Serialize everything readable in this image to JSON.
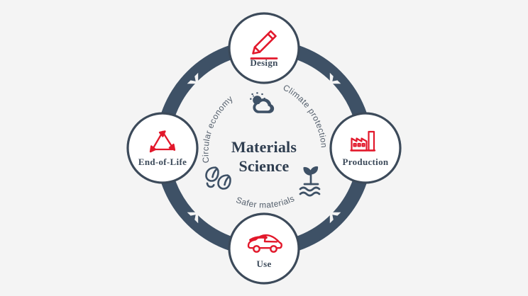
{
  "diagram": {
    "title": "Materials Science",
    "title_line1": "Materials",
    "title_line2": "Science",
    "background_color": "#f4f4f4",
    "ring_color": "#3e5166",
    "accent_color": "#e2182b",
    "node_fill": "#ffffff",
    "node_stroke": "#3c4a5a",
    "label_color": "#3c4a5a",
    "arc_label_color": "#55606d",
    "flow_direction": "clockwise",
    "nodes": [
      {
        "id": "design",
        "label": "Design",
        "icon": "pencil-icon",
        "position": "top"
      },
      {
        "id": "production",
        "label": "Production",
        "icon": "factory-icon",
        "position": "right"
      },
      {
        "id": "use",
        "label": "Use",
        "icon": "car-icon",
        "position": "bottom"
      },
      {
        "id": "end-of-life",
        "label": "End-of-Life",
        "icon": "recycle-triangle-icon",
        "position": "left"
      }
    ],
    "arc_labels": [
      {
        "id": "circular-economy",
        "text": "Circular economy",
        "position": "top-left"
      },
      {
        "id": "climate-protection",
        "text": "Climate protection",
        "position": "top-right"
      },
      {
        "id": "safer-materials",
        "text": "Safer  materials",
        "position": "bottom"
      }
    ],
    "inner_icons": [
      {
        "id": "weather",
        "icon": "sun-cloud-icon",
        "position": "top-center"
      },
      {
        "id": "leaves",
        "icon": "leaves-icon",
        "position": "bottom-left"
      },
      {
        "id": "sprout",
        "icon": "sprout-water-icon",
        "position": "bottom-right"
      }
    ]
  }
}
